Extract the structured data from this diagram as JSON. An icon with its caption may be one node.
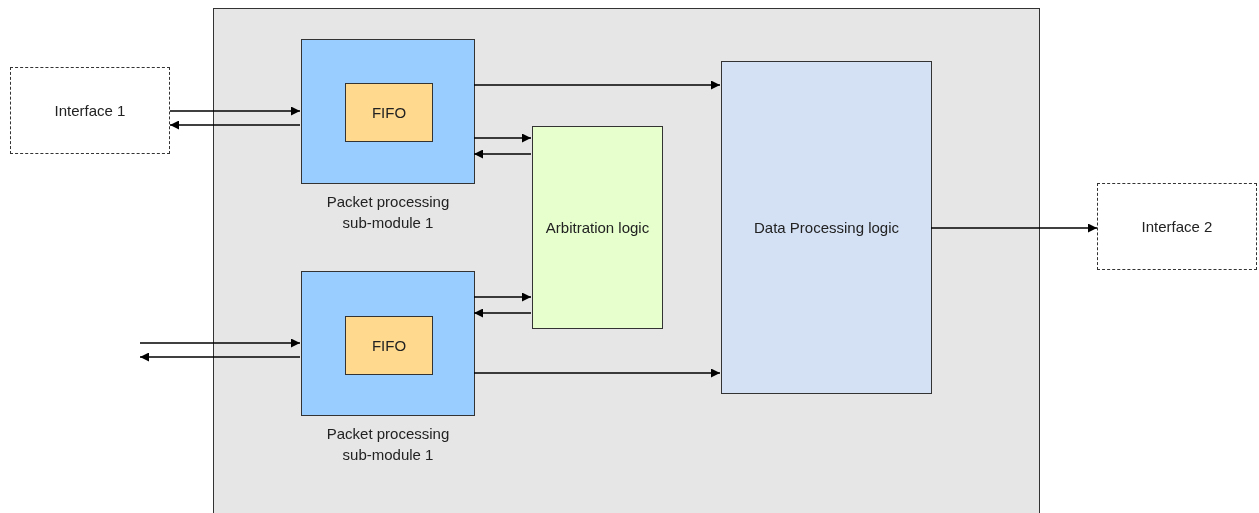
{
  "diagram": {
    "nodes": [
      {
        "text": [],
        "shape": "box"
      },
      {
        "text": [
          "Interface 1"
        ]
      },
      {
        "text": [
          "Packet processing sub-module 1"
        ],
        "in": 0
      },
      {
        "text": [
          "FIFO"
        ],
        "in": 2
      },
      {
        "text": [
          "Packet processing sub-module 1"
        ],
        "in": 0
      },
      {
        "text": [
          "FIFO"
        ],
        "in": 4
      },
      {
        "text": [
          "Arbitration logic"
        ],
        "in": 0
      },
      {
        "text": [
          "Data Processing logic"
        ],
        "in": 0
      },
      {
        "text": [
          "Interface 2"
        ]
      }
    ],
    "edges": [
      {
        "from": 1,
        "to": 2,
        "arrow": "to"
      },
      {
        "from": 2,
        "to": 1,
        "arrow": "to"
      },
      {
        "from": 2,
        "to": 7,
        "arrow": "to"
      },
      {
        "from": 2,
        "to": 6,
        "arrow": "to"
      },
      {
        "from": 6,
        "to": 2,
        "arrow": "to"
      },
      {
        "from": null,
        "to": 4,
        "arrow": "to"
      },
      {
        "from": 4,
        "to": null,
        "arrow": "to"
      },
      {
        "from": 4,
        "to": 6,
        "arrow": "to"
      },
      {
        "from": 6,
        "to": 4,
        "arrow": "to"
      },
      {
        "from": 4,
        "to": 7,
        "arrow": "to"
      },
      {
        "from": 7,
        "to": 8,
        "arrow": "to"
      }
    ]
  }
}
